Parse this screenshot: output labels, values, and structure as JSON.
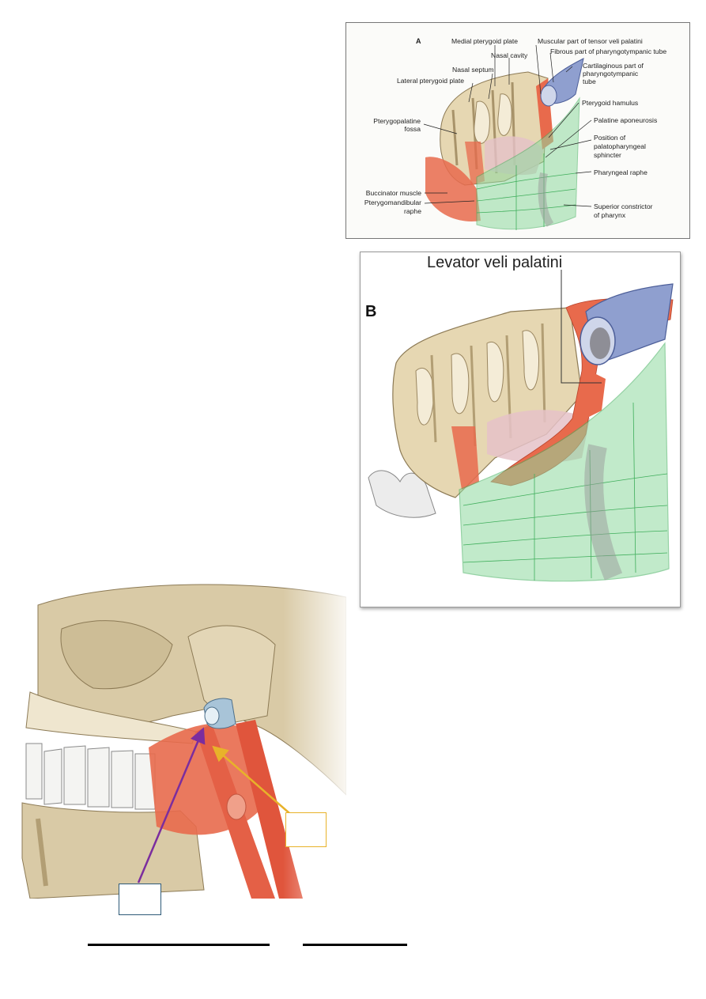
{
  "figure_a": {
    "letter": "A",
    "labels": {
      "medial_pterygoid_plate": "Medial pterygoid plate",
      "nasal_cavity": "Nasal cavity",
      "nasal_septum": "Nasal septum",
      "lateral_pterygoid_plate": "Lateral pterygoid plate",
      "pterygopalatine_fossa_1": "Pterygopalatine",
      "pterygopalatine_fossa_2": "fossa",
      "buccinator_muscle": "Buccinator muscle",
      "pterygomandibular_raphe_1": "Pterygomandibular",
      "pterygomandibular_raphe_2": "raphe",
      "muscular_part_tensor": "Muscular part of tensor veli palatini",
      "fibrous_part_tube": "Fibrous part of pharyngotympanic tube",
      "cartilaginous_part_1": "Cartilaginous part of",
      "cartilaginous_part_2": "pharyngotympanic",
      "cartilaginous_part_3": "tube",
      "pterygoid_hamulus": "Pterygoid hamulus",
      "palatine_aponeurosis": "Palatine aponeurosis",
      "position_1": "Position of",
      "position_2": "palatopharyngeal",
      "position_3": "sphincter",
      "pharyngeal_raphe": "Pharyngeal raphe",
      "superior_constrictor_1": "Superior constrictor",
      "superior_constrictor_2": "of pharynx"
    }
  },
  "figure_b": {
    "letter": "B",
    "title": "Levator veli palatini"
  },
  "figure_c": {
    "arrow_colors": {
      "purple": "#7b2d9e",
      "yellow": "#e8b22a"
    },
    "answer_box_colors": {
      "yellow_box": "#e8b22a",
      "blue_box": "#2e5a78"
    }
  },
  "colors": {
    "bone": "#e6d7b2",
    "muscle": "#e86a4c",
    "pharynx_green": "#8fd9a0",
    "tube_blue": "#8f9fcf"
  }
}
